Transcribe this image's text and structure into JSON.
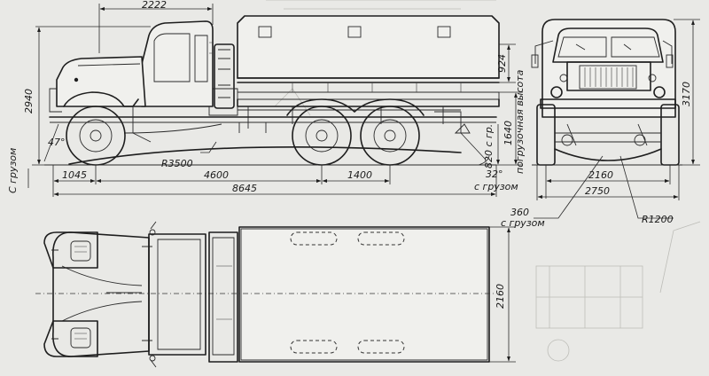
{
  "dimensions": {
    "cab_length": "2222",
    "height_to_cab_roof": "2940",
    "tarp_height": "924",
    "loading_height_value": "1640",
    "loading_height_label": "погрузочная высота",
    "ground_clearance_laden": "820 с гр.",
    "rear_departure_angle": "32°",
    "front_approach_angle": "47°",
    "turning_radius": "R3500",
    "front_overhang": "1045",
    "wheelbase_front_to_bogie": "4600",
    "bogie_spacing": "1400",
    "overall_length": "8645",
    "laden_note_left": "С грузом",
    "laden_note_bottom": "с грузом",
    "overall_height": "3170",
    "front_track": "2160",
    "overall_width": "2750",
    "front_clearance": "360",
    "front_clearance_note": "с грузом",
    "front_radius": "R1200",
    "body_width": "2160"
  }
}
